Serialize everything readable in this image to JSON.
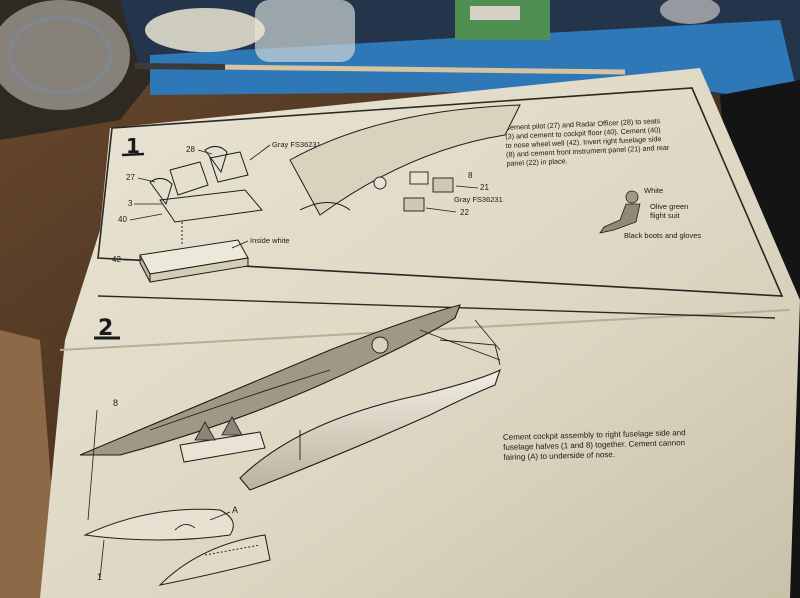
{
  "step1": {
    "number": "1",
    "instruction_lines": [
      "Cement pilot (27) and Radar Officer (28) to seats",
      "(3) and cement to cockpit floor (40).  Cement (40)",
      "to nose wheel well (42).  Invert right fuselage side",
      "(8) and cement front instrument panel (21) and rear",
      "panel (22) in place."
    ],
    "callouts": {
      "gray_a": "Gray FS36231",
      "gray_b": "Gray FS36231",
      "inside_white": "Inside white",
      "white": "White",
      "olive_1": "Olive green",
      "olive_2": "flight suit",
      "boots": "Black boots and gloves"
    },
    "part_numbers": {
      "p28": "28",
      "p27": "27",
      "p3": "3",
      "p40": "40",
      "p42": "42",
      "p8": "8",
      "p21": "21",
      "p22": "22"
    }
  },
  "step2": {
    "number": "2",
    "instruction_lines": [
      "Cement cockpit assembly to right fuselage side and",
      "fuselage halves (1 and 8) together.  Cement cannon",
      "fairing (A) to underside of nose."
    ],
    "part_numbers": {
      "p8": "8",
      "p1": "1",
      "pA": "A"
    }
  }
}
